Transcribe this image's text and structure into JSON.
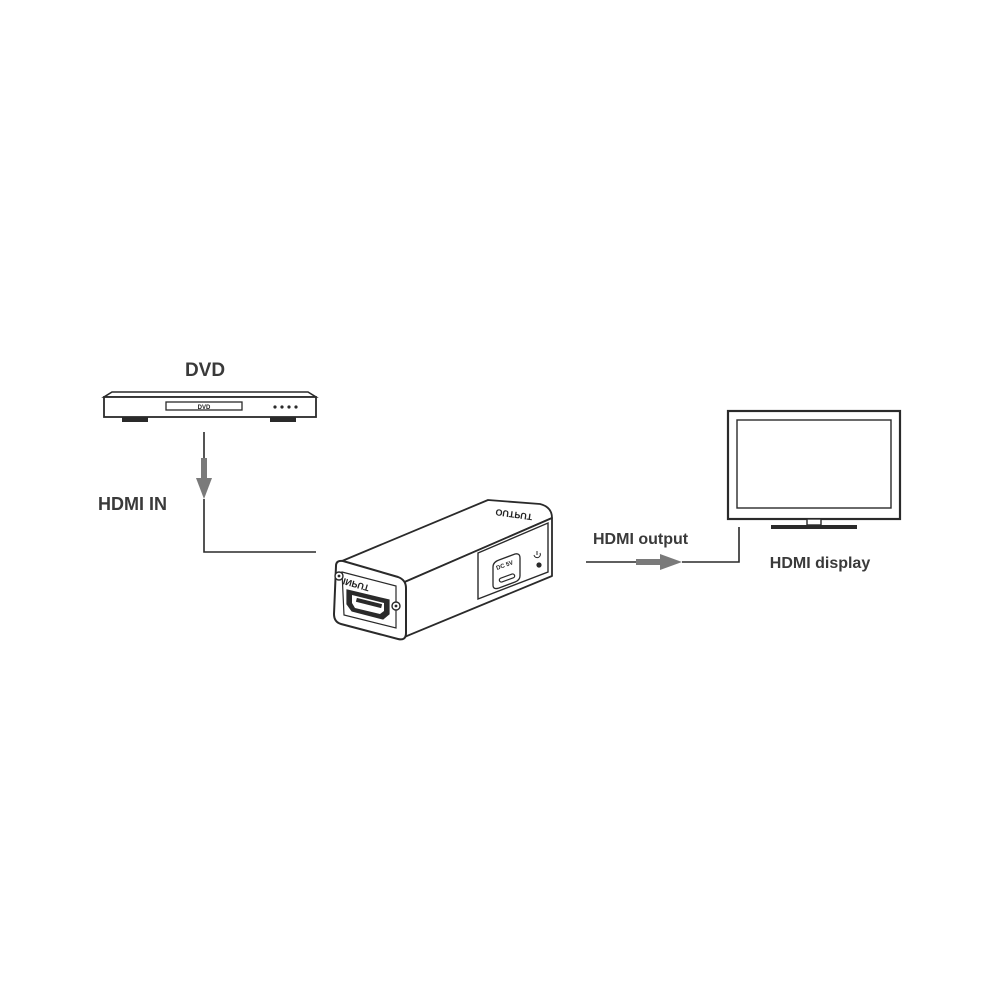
{
  "diagram": {
    "dvd_title": "DVD",
    "dvd_slot_label": "DVD",
    "hdmi_in_label": "HDMI IN",
    "device": {
      "output_port_label": "OUTPUT",
      "input_port_label": "INPUT",
      "power_port_label": "DC 5V"
    },
    "hdmi_output_label": "HDMI output",
    "hdmi_display_label": "HDMI display"
  },
  "colors": {
    "line": "#2a2a2a",
    "arrow": "#7a7a7a",
    "text": "#3a3a3a"
  }
}
